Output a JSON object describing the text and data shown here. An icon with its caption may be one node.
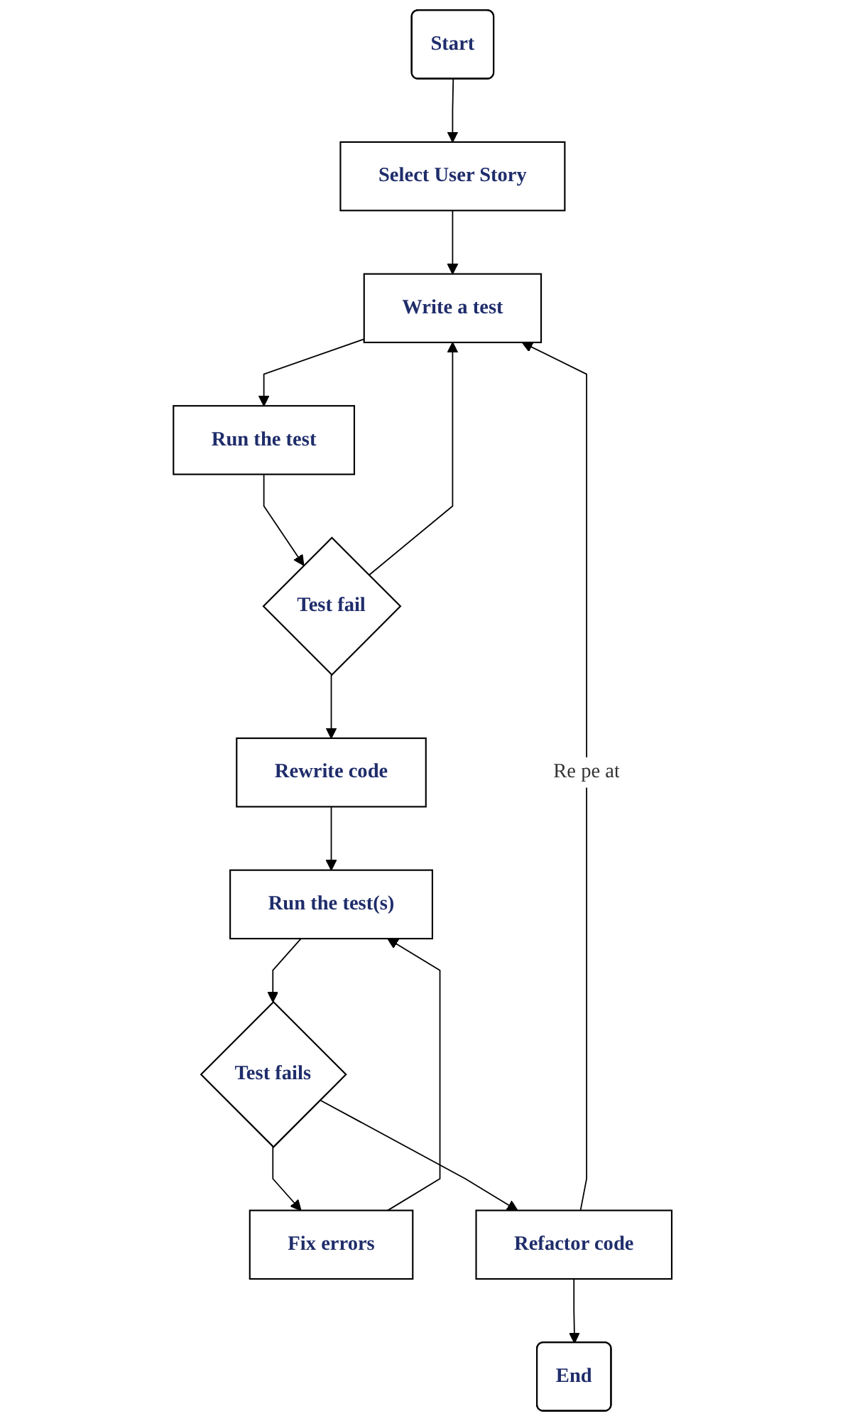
{
  "diagram": {
    "nodes": [
      {
        "text": [
          "Start"
        ]
      },
      {
        "text": [
          "Select User Story"
        ]
      },
      {
        "text": [
          "Write a test"
        ]
      },
      {
        "text": [
          "Run the test"
        ]
      },
      {
        "text": [
          "Test fail"
        ]
      },
      {
        "text": [
          "Rewrite code"
        ]
      },
      {
        "text": [
          "Run the test(s)"
        ]
      },
      {
        "text": [
          "Test fails"
        ]
      },
      {
        "text": [
          "Fix errors"
        ]
      },
      {
        "text": [
          "Refactor code"
        ]
      },
      {
        "text": [
          "End"
        ]
      }
    ],
    "edges": [
      {
        "from": 0,
        "to": 1,
        "arrow": "to"
      },
      {
        "from": 1,
        "to": 2,
        "arrow": "to"
      },
      {
        "from": 2,
        "to": 3,
        "arrow": "to"
      },
      {
        "from": 3,
        "to": 4,
        "arrow": "to"
      },
      {
        "from": 4,
        "to": 2,
        "arrow": "to"
      },
      {
        "from": 4,
        "to": 5,
        "arrow": "to"
      },
      {
        "from": 5,
        "to": 6,
        "arrow": "to"
      },
      {
        "from": 6,
        "to": 7,
        "arrow": "to"
      },
      {
        "from": 7,
        "to": 8,
        "arrow": "to"
      },
      {
        "from": 8,
        "to": 6,
        "arrow": "to"
      },
      {
        "from": 7,
        "to": 9,
        "arrow": "to"
      },
      {
        "from": 9,
        "to": 2,
        "arrow": "to",
        "label": "Re pe at"
      },
      {
        "from": 9,
        "to": 10,
        "arrow": "to"
      }
    ]
  }
}
